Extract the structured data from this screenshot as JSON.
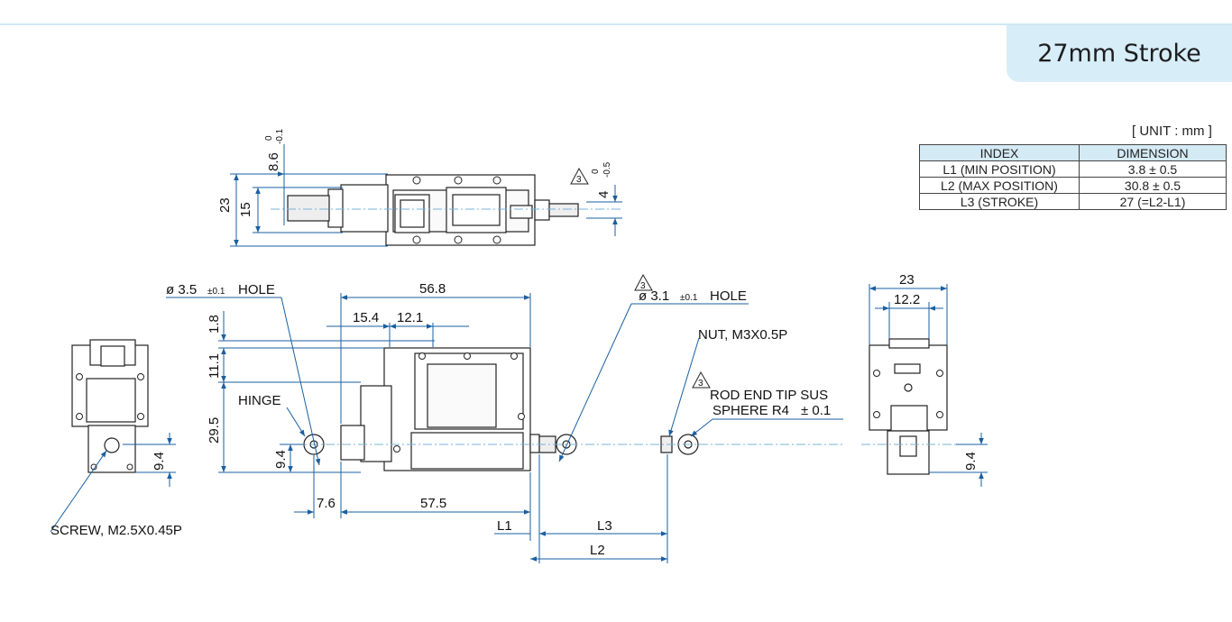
{
  "header": {
    "stroke_title": "27mm Stroke"
  },
  "unit_label": "[ UNIT : mm ]",
  "table": {
    "headers": [
      "INDEX",
      "DIMENSION"
    ],
    "rows": [
      [
        "L1 (MIN POSITION)",
        "3.8 ± 0.5"
      ],
      [
        "L2 (MAX POSITION)",
        "30.8 ± 0.5"
      ],
      [
        "L3 (STROKE)",
        "27 (=L2-L1)"
      ]
    ]
  },
  "top_view": {
    "dim_23": "23",
    "dim_15": "15",
    "dim_8_6": "8.6",
    "tol_8_6_upper": "0",
    "tol_8_6_lower": "-0.1",
    "dim_4": "4",
    "tol_4_upper": "0",
    "tol_4_lower": "-0.5",
    "rev_mark": "3"
  },
  "side_view": {
    "hole_label": "HOLE",
    "hole_left_dia": "ø 3.5",
    "hole_left_tol": "±0.1",
    "hole_right_dia": "ø 3.1",
    "hole_right_tol": "±0.1",
    "rev_mark": "3",
    "dim_56_8": "56.8",
    "dim_15_4": "15.4",
    "dim_12_1": "12.1",
    "dim_1_8": "1.8",
    "dim_11_1": "11.1",
    "dim_29_5": "29.5",
    "dim_9_4": "9.4",
    "dim_7_6": "7.6",
    "dim_57_5": "57.5",
    "hinge_label": "HINGE",
    "nut_label": "NUT, M3X0.5P",
    "rod_end_label": "ROD END TIP SUS",
    "sphere_label": "SPHERE R4",
    "sphere_tol": "± 0.1",
    "l1": "L1",
    "l2": "L2",
    "l3": "L3"
  },
  "left_view": {
    "dim_9_4": "9.4",
    "screw_label": "SCREW, M2.5X0.45P"
  },
  "right_view": {
    "dim_23": "23",
    "dim_12_2": "12.2",
    "dim_9_4": "9.4"
  }
}
